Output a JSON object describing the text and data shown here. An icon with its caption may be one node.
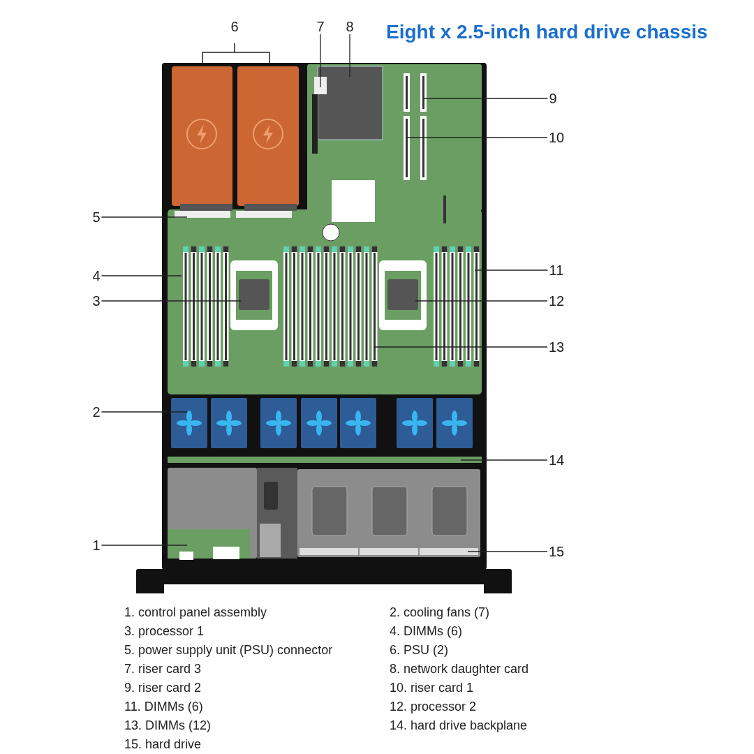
{
  "diagram": {
    "title": "Eight x 2.5-inch hard drive chassis",
    "nodes": [
      {
        "text": [
          "7"
        ]
      },
      {
        "text": [
          "8"
        ]
      },
      {
        "text": [
          "9"
        ]
      },
      {
        "text": [
          "10"
        ]
      },
      {
        "text": [
          "5"
        ]
      },
      {
        "text": [
          "11"
        ]
      },
      {
        "text": [
          "4"
        ]
      },
      {
        "text": [
          "3"
        ]
      },
      {
        "text": [
          "12"
        ]
      },
      {
        "text": [
          "13"
        ]
      },
      {
        "text": [
          "2"
        ]
      },
      {
        "text": [
          "14"
        ]
      },
      {
        "text": [
          "1"
        ]
      },
      {
        "text": [
          "15"
        ]
      }
    ],
    "edges": [
      {
        "from": 0,
        "to": null,
        "arrow": "none"
      },
      {
        "from": 1,
        "to": null,
        "arrow": "none"
      },
      {
        "from": 2,
        "to": null,
        "arrow": "none"
      },
      {
        "from": 3,
        "to": null,
        "arrow": "none"
      },
      {
        "from": 4,
        "to": null,
        "arrow": "none"
      },
      {
        "from": 5,
        "to": null,
        "arrow": "none"
      },
      {
        "from": 6,
        "to": null,
        "arrow": "none"
      },
      {
        "from": 7,
        "to": null,
        "arrow": "none"
      },
      {
        "from": 8,
        "to": null,
        "arrow": "none"
      },
      {
        "from": 9,
        "to": null,
        "arrow": "none"
      },
      {
        "from": 10,
        "to": null,
        "arrow": "none"
      },
      {
        "from": 11,
        "to": null,
        "arrow": "none"
      },
      {
        "from": 12,
        "to": null,
        "arrow": "none"
      },
      {
        "from": 13,
        "to": null,
        "arrow": "none"
      }
    ],
    "labels": [
      "6",
      "1. control panel assembly",
      "2. cooling fans (7)",
      "3. processor 1",
      "4. DIMMs (6)",
      "5. power supply unit (PSU) connector",
      "6. PSU (2)",
      "7. riser card 3",
      "8. network daughter card",
      "9. riser card 2",
      "10. riser card 1",
      "11. DIMMs (6)",
      "12. processor 2",
      "13. DIMMs (12)",
      "14. hard drive backplane",
      "15. hard drive"
    ]
  }
}
